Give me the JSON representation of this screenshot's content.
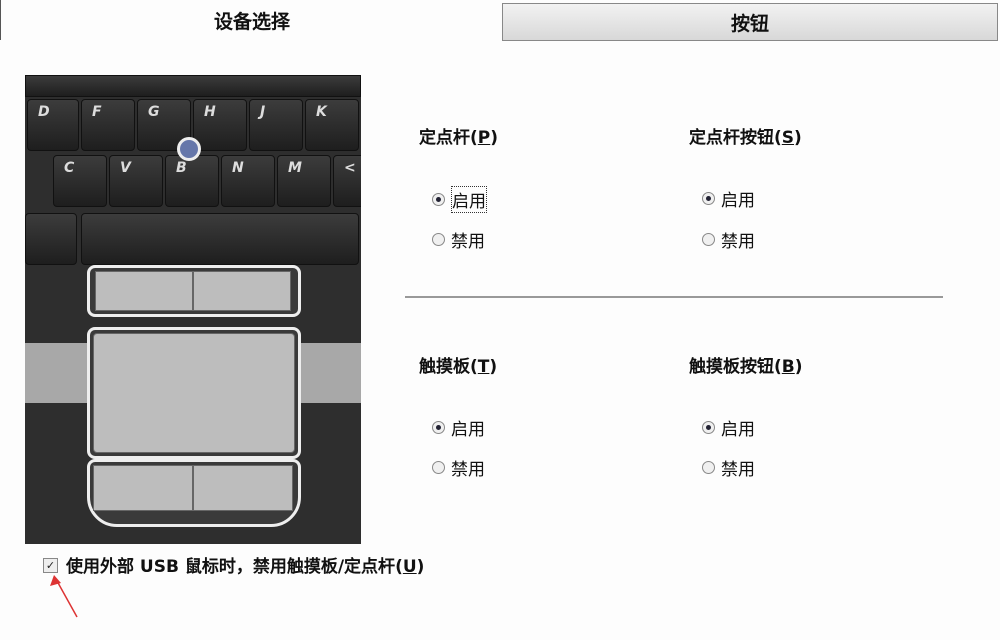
{
  "tabs": [
    {
      "label": "设备选择"
    },
    {
      "label": "按钮"
    }
  ],
  "keyboard_keys": {
    "row1": [
      "D",
      "F",
      "G",
      "H",
      "J",
      "K"
    ],
    "row2": [
      "C",
      "V",
      "B",
      "N",
      "M",
      "<"
    ]
  },
  "sections": [
    {
      "label": "定点杆",
      "key": "P",
      "options": [
        "启用",
        "禁用"
      ],
      "selected": 0
    },
    {
      "label": "定点杆按钮",
      "key": "S",
      "options": [
        "启用",
        "禁用"
      ],
      "selected": 0
    },
    {
      "label": "触摸板",
      "key": "T",
      "options": [
        "启用",
        "禁用"
      ],
      "selected": 0
    },
    {
      "label": "触摸板按钮",
      "key": "B",
      "options": [
        "启用",
        "禁用"
      ],
      "selected": 0
    }
  ],
  "usb_checkbox": {
    "label": "使用外部 USB 鼠标时，禁用触摸板/定点杆",
    "key": "U",
    "checked": true
  }
}
